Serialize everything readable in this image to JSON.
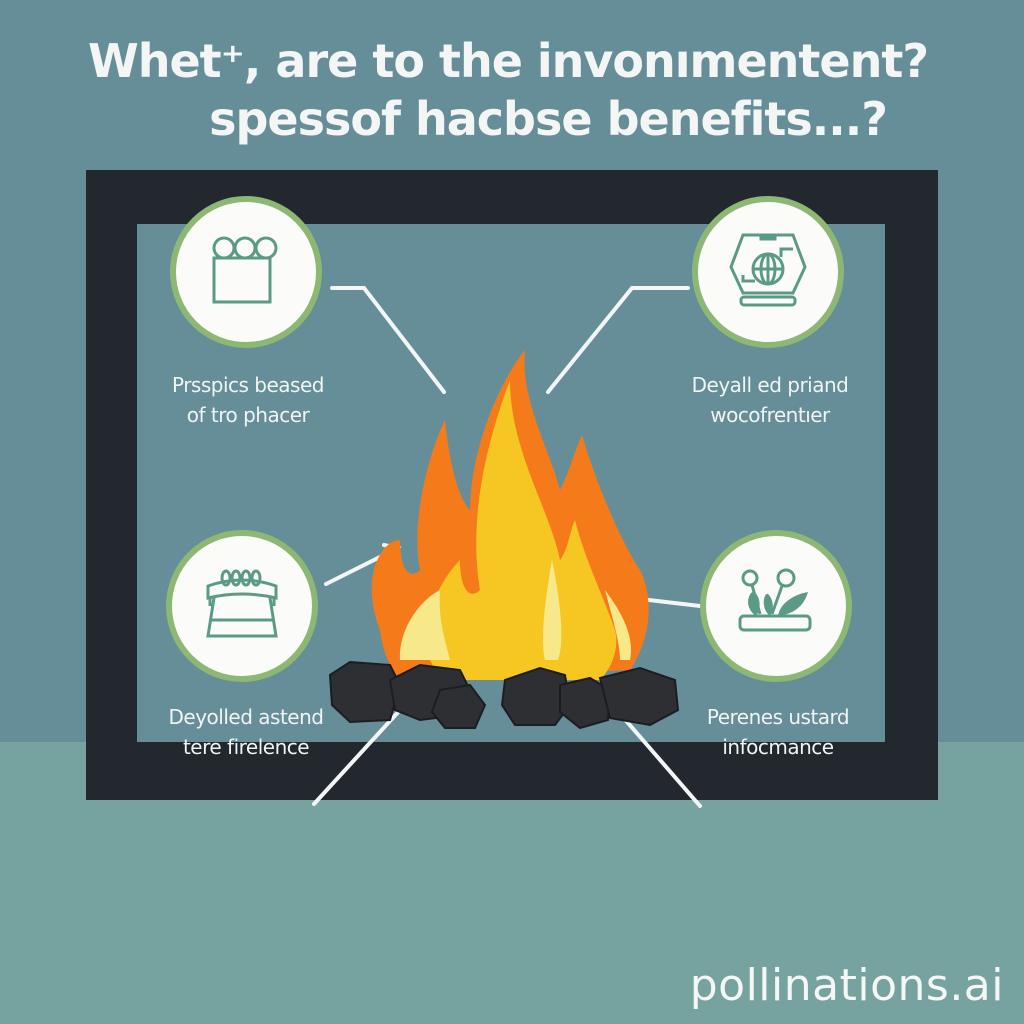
{
  "title": {
    "line1": "Whet⁺, are to the invonımentent?",
    "line2": "spessof hacbse benefits...?"
  },
  "benefits": [
    {
      "icon": "building-circles-icon",
      "line1": "Prsspics beased",
      "line2": "of tro phacer"
    },
    {
      "icon": "globe-device-icon",
      "line1": "Deyall ed priand",
      "line2": "wocofrentıer"
    },
    {
      "icon": "basket-icon",
      "line1": "Deyolled astend",
      "line2": "tere firelence"
    },
    {
      "icon": "plant-icon",
      "line1": "Perenes ustard",
      "line2": "infocmance"
    }
  ],
  "center": {
    "icon": "campfire-icon"
  },
  "watermark": "pollinations.ai",
  "colors": {
    "background": "#668e98",
    "floor": "#76a3a0",
    "frame": "#23282f",
    "circle_border": "#8cb874",
    "icon_stroke": "#5a9a86",
    "flame_orange": "#f47a1a",
    "flame_yellow": "#f6c623",
    "flame_light": "#f7e98a",
    "coal": "#2e2f33"
  }
}
